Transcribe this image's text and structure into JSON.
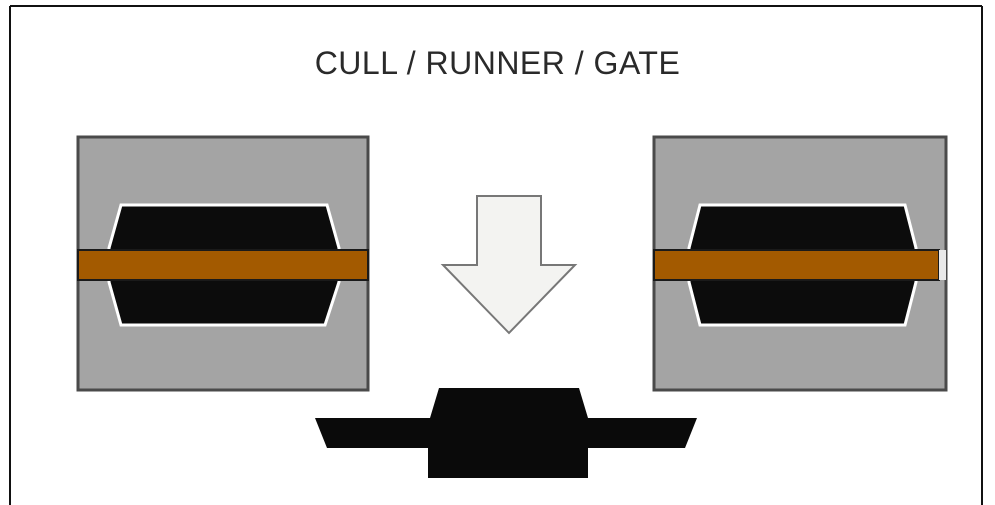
{
  "diagram": {
    "title": "CULL / RUNNER / GATE"
  },
  "colors": {
    "background": "#ffffff",
    "frame_border": "#111111",
    "mold_fill": "#a4a4a4",
    "mold_border": "#4a4a4a",
    "cavity_fill": "#0c0c0c",
    "cavity_outline": "#ffffff",
    "runner_fill": "#a35a00",
    "arrow_fill": "#f3f3f1",
    "arrow_outline": "#777777",
    "part_fill": "#0a0a0a"
  },
  "parts": {
    "left_mold": "mold-block",
    "right_mold": "mold-block",
    "arrow": "down-arrow",
    "result": "ejected-part"
  }
}
